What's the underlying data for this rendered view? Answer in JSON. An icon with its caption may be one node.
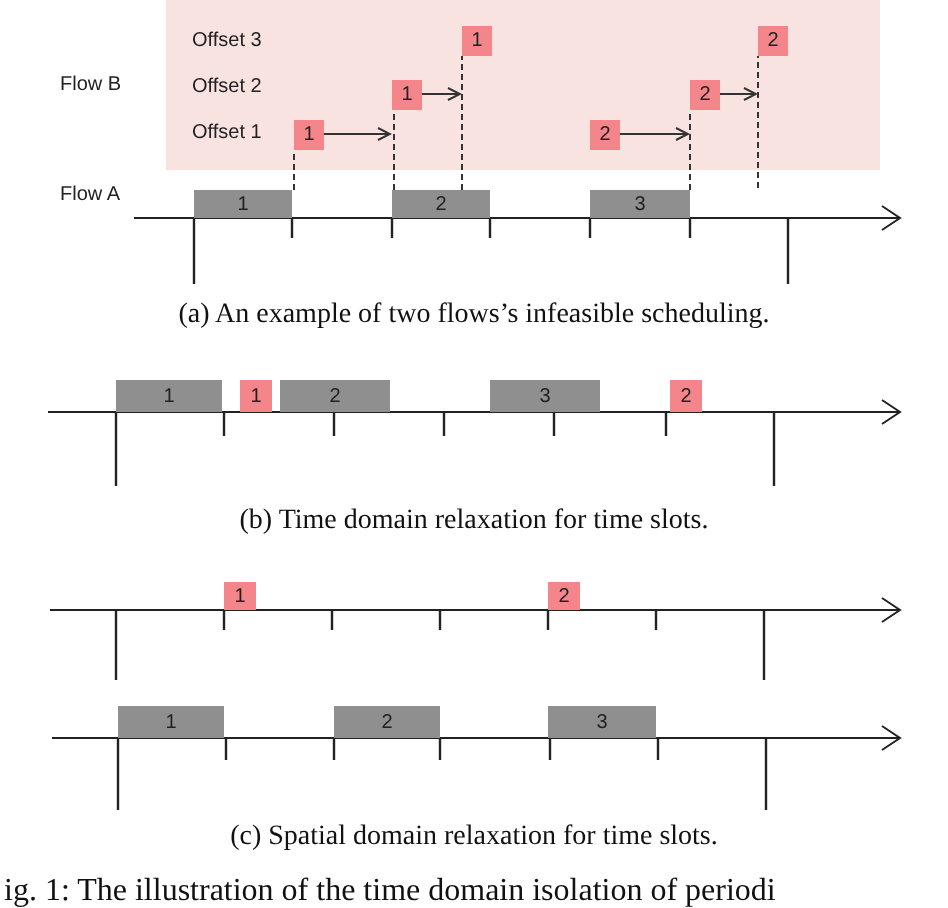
{
  "diagram": {
    "caption": "ig. 1: The illustration of the time domain isolation of periodi",
    "nodes": [
      {
        "text": [
          "1"
        ]
      },
      {
        "text": [
          "2"
        ]
      },
      {
        "text": [
          "1"
        ]
      },
      {
        "text": [
          "2"
        ]
      },
      {
        "text": [
          "1"
        ]
      },
      {
        "text": [
          "2"
        ]
      },
      {
        "text": [
          "1"
        ]
      },
      {
        "text": [
          "2"
        ]
      },
      {
        "text": [
          "3"
        ]
      },
      {
        "text": [
          "1"
        ]
      },
      {
        "text": [
          "1"
        ]
      },
      {
        "text": [
          "2"
        ]
      },
      {
        "text": [
          "3"
        ]
      },
      {
        "text": [
          "2"
        ]
      },
      {
        "text": [
          "1"
        ]
      },
      {
        "text": [
          "2"
        ]
      },
      {
        "text": [
          "1"
        ]
      },
      {
        "text": [
          "2"
        ]
      },
      {
        "text": [
          "3"
        ]
      }
    ],
    "edges": [
      {
        "from": 4,
        "to": 2,
        "arrow": "to"
      },
      {
        "from": 5,
        "to": 3,
        "arrow": "to"
      },
      {
        "from": 2,
        "to": 0,
        "arrow": "to"
      },
      {
        "from": 3,
        "to": 1,
        "arrow": "to"
      },
      {
        "from": 6,
        "to": 4,
        "arrow": "none",
        "style": "dashed"
      },
      {
        "from": 7,
        "to": 2,
        "arrow": "none",
        "style": "dashed"
      },
      {
        "from": 7,
        "to": 0,
        "arrow": "none",
        "style": "dashed"
      },
      {
        "from": 8,
        "to": 3,
        "arrow": "none",
        "style": "dashed"
      },
      {
        "from": null,
        "to": 1,
        "arrow": "none",
        "style": "dashed"
      }
    ],
    "labels": [
      "Flow B",
      "Offset 3",
      "Offset 2",
      "Offset 1",
      "Flow A",
      "(a) An example of two flows’s infeasible scheduling.",
      "(b) Time domain relaxation for time slots.",
      "(c) Spatial domain relaxation for time slots."
    ]
  }
}
